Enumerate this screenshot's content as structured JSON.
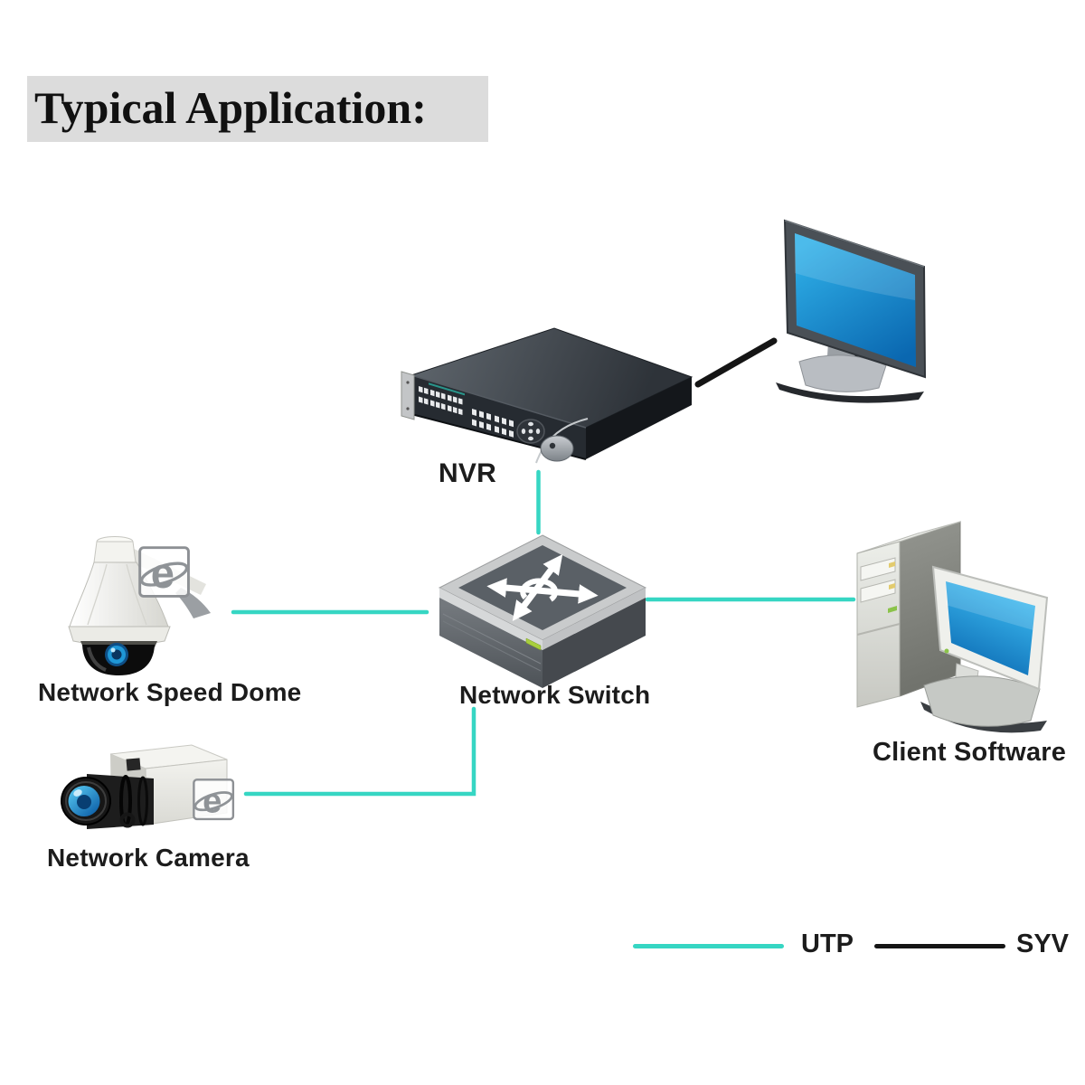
{
  "title": "Typical Application:",
  "nodes": {
    "nvr": {
      "label": "NVR"
    },
    "display": {},
    "speed_dome": {
      "label": "Network Speed Dome"
    },
    "network_camera": {
      "label": "Network Camera"
    },
    "network_switch": {
      "label": "Network Switch"
    },
    "client": {
      "label": "Client Software"
    }
  },
  "icons": {
    "ie_letter": "e"
  },
  "connections": [
    {
      "from": "network_switch",
      "to": "nvr",
      "cable": "UTP"
    },
    {
      "from": "speed_dome",
      "to": "network_switch",
      "cable": "UTP"
    },
    {
      "from": "network_camera",
      "to": "network_switch",
      "cable": "UTP"
    },
    {
      "from": "network_switch",
      "to": "client",
      "cable": "UTP"
    },
    {
      "from": "nvr",
      "to": "display",
      "cable": "SYV"
    }
  ],
  "legend": [
    {
      "label": "UTP",
      "color": "#36d6c3"
    },
    {
      "label": "SYV",
      "color": "#151515"
    }
  ],
  "colors": {
    "utp": "#36d6c3",
    "syv": "#151515",
    "title_bg": "#dcdcdc",
    "screen_blue": "#1d8fd4",
    "led_green": "#8bc34a"
  }
}
